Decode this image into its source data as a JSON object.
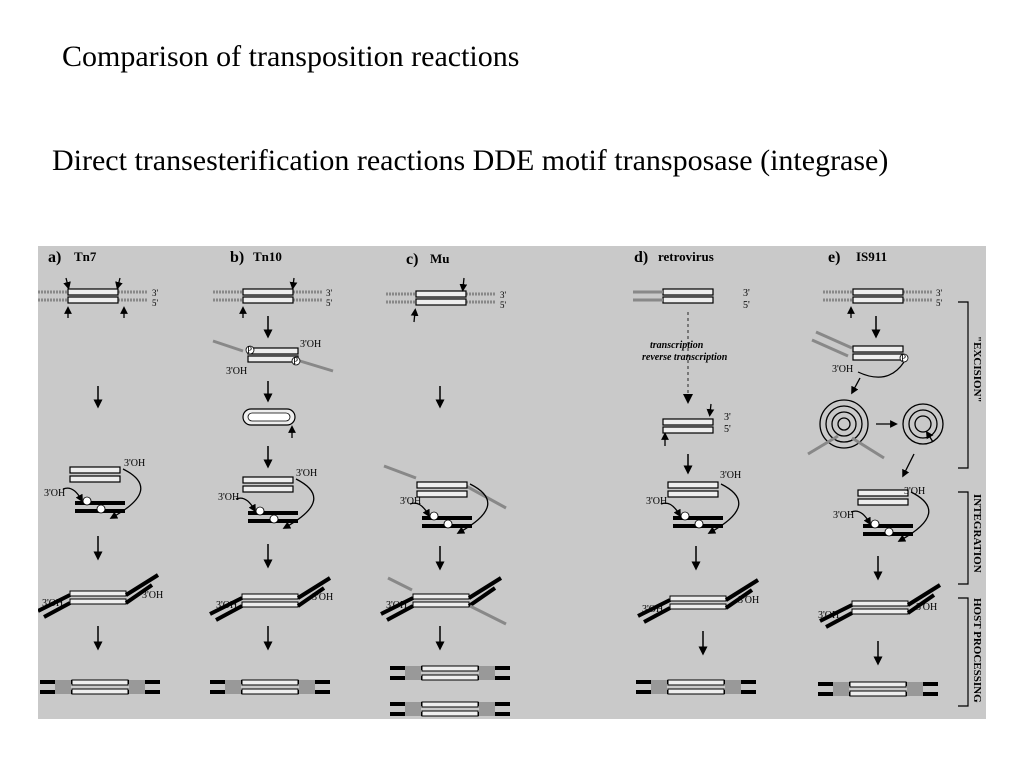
{
  "slide": {
    "title": "Comparison of transposition reactions",
    "subtitle": "Direct transesterification reactions DDE motif transposase (integrase)"
  },
  "figure": {
    "panels": [
      {
        "letter": "a)",
        "name": "Tn7"
      },
      {
        "letter": "b)",
        "name": "Tn10"
      },
      {
        "letter": "c)",
        "name": "Mu"
      },
      {
        "letter": "d)",
        "name": "retrovirus"
      },
      {
        "letter": "e)",
        "name": "IS911"
      }
    ],
    "strand_labels": {
      "top": "3'",
      "bottom": "5'"
    },
    "hydroxyl_label": "3'OH",
    "phosphate_label": "P",
    "retrovirus_note": [
      "transcription",
      "reverse transcription"
    ],
    "stages": [
      "\"EXCISION\"",
      "INTEGRATION",
      "HOST PROCESSING"
    ]
  }
}
